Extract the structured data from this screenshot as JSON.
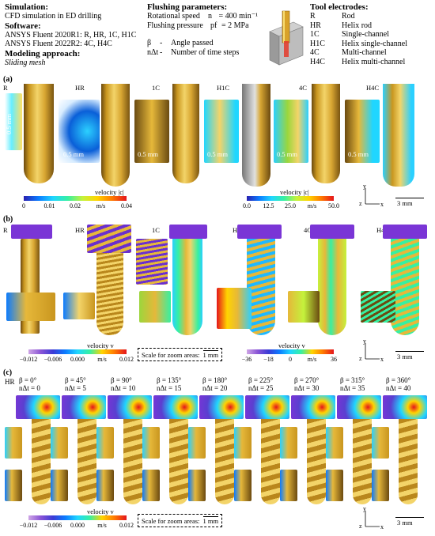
{
  "header": {
    "simulation_title": "Simulation:",
    "simulation_text": "CFD simulation in ED drilling",
    "software_title": "Software:",
    "software_lines": [
      "ANSYS Fluent 2020R1: R, HR, 1C, H1C",
      "ANSYS Fluent 2022R2: 4C, H4C"
    ],
    "modeling_title": "Modeling approach:",
    "modeling_text": "Sliding mesh",
    "flushing_title": "Flushing parameters:",
    "flushing_rows": [
      {
        "name": "Rotational speed",
        "symbol": "n",
        "value": "= 400 min⁻¹"
      },
      {
        "name": "Flushing pressure",
        "symbol": "pf",
        "value": "= 2 MPa"
      }
    ],
    "symbols": [
      {
        "sym": "β",
        "dash": "-",
        "desc": "Angle passed"
      },
      {
        "sym": "nΔt",
        "dash": "-",
        "desc": "Number of time steps"
      }
    ],
    "electrodes_title": "Tool electrodes:",
    "electrodes": [
      {
        "code": "R",
        "name": "Rod"
      },
      {
        "code": "HR",
        "name": "Helix rod"
      },
      {
        "code": "1C",
        "name": "Single-channel"
      },
      {
        "code": "H1C",
        "name": "Helix single-channel"
      },
      {
        "code": "4C",
        "name": "Multi-channel"
      },
      {
        "code": "H4C",
        "name": "Helix multi-channel"
      }
    ]
  },
  "panel_a": {
    "label": "(a)",
    "tools": [
      "R",
      "HR",
      "1C",
      "H1C",
      "4C",
      "H4C"
    ],
    "scale_texts": [
      "0.5 mm",
      "0.5 mm",
      "0.5 mm",
      "0.5 mm",
      "0.5 mm",
      "0.5 mm"
    ],
    "colorbar_left": {
      "title": "velocity |c|",
      "ticks": [
        "0",
        "0.01",
        "0.02",
        "m/s",
        "0.04"
      ]
    },
    "colorbar_right": {
      "title": "velocity |c|",
      "ticks": [
        "0.0",
        "12.5",
        "25.0",
        "m/s",
        "50.0"
      ]
    },
    "scale_bar": "3 mm"
  },
  "panel_b": {
    "label": "(b)",
    "tools": [
      "R",
      "HR",
      "1C",
      "H1C",
      "4C",
      "H4C"
    ],
    "colorbar_left": {
      "title": "velocity v",
      "ticks": [
        "−0.012",
        "−0.006",
        "0.000",
        "m/s",
        "0.012"
      ]
    },
    "colorbar_right": {
      "title": "velocity v",
      "ticks": [
        "−36",
        "−18",
        "0",
        "m/s",
        "36"
      ]
    },
    "zoom_scale": "Scale for zoom areas:",
    "zoom_scale_value": "1 mm",
    "scale_bar": "3 mm"
  },
  "panel_c": {
    "label": "(c)",
    "tool": "HR",
    "steps": [
      {
        "beta": "β = 0°",
        "n": "nΔt = 0"
      },
      {
        "beta": "β = 45°",
        "n": "nΔt = 5"
      },
      {
        "beta": "β = 90°",
        "n": "nΔt = 10"
      },
      {
        "beta": "β = 135°",
        "n": "nΔt = 15"
      },
      {
        "beta": "β = 180°",
        "n": "nΔt = 20"
      },
      {
        "beta": "β = 225°",
        "n": "nΔt = 25"
      },
      {
        "beta": "β = 270°",
        "n": "nΔt = 30"
      },
      {
        "beta": "β = 315°",
        "n": "nΔt = 35"
      },
      {
        "beta": "β = 360°",
        "n": "nΔt = 40"
      }
    ],
    "colorbar": {
      "title": "velocity v",
      "ticks": [
        "−0.012",
        "−0.006",
        "0.000",
        "m/s",
        "0.012"
      ]
    },
    "zoom_scale": "Scale for zoom areas:",
    "zoom_scale_value": "1 mm",
    "scale_bar": "3 mm"
  },
  "axes": {
    "y": "y",
    "z": "z",
    "x": "x"
  }
}
